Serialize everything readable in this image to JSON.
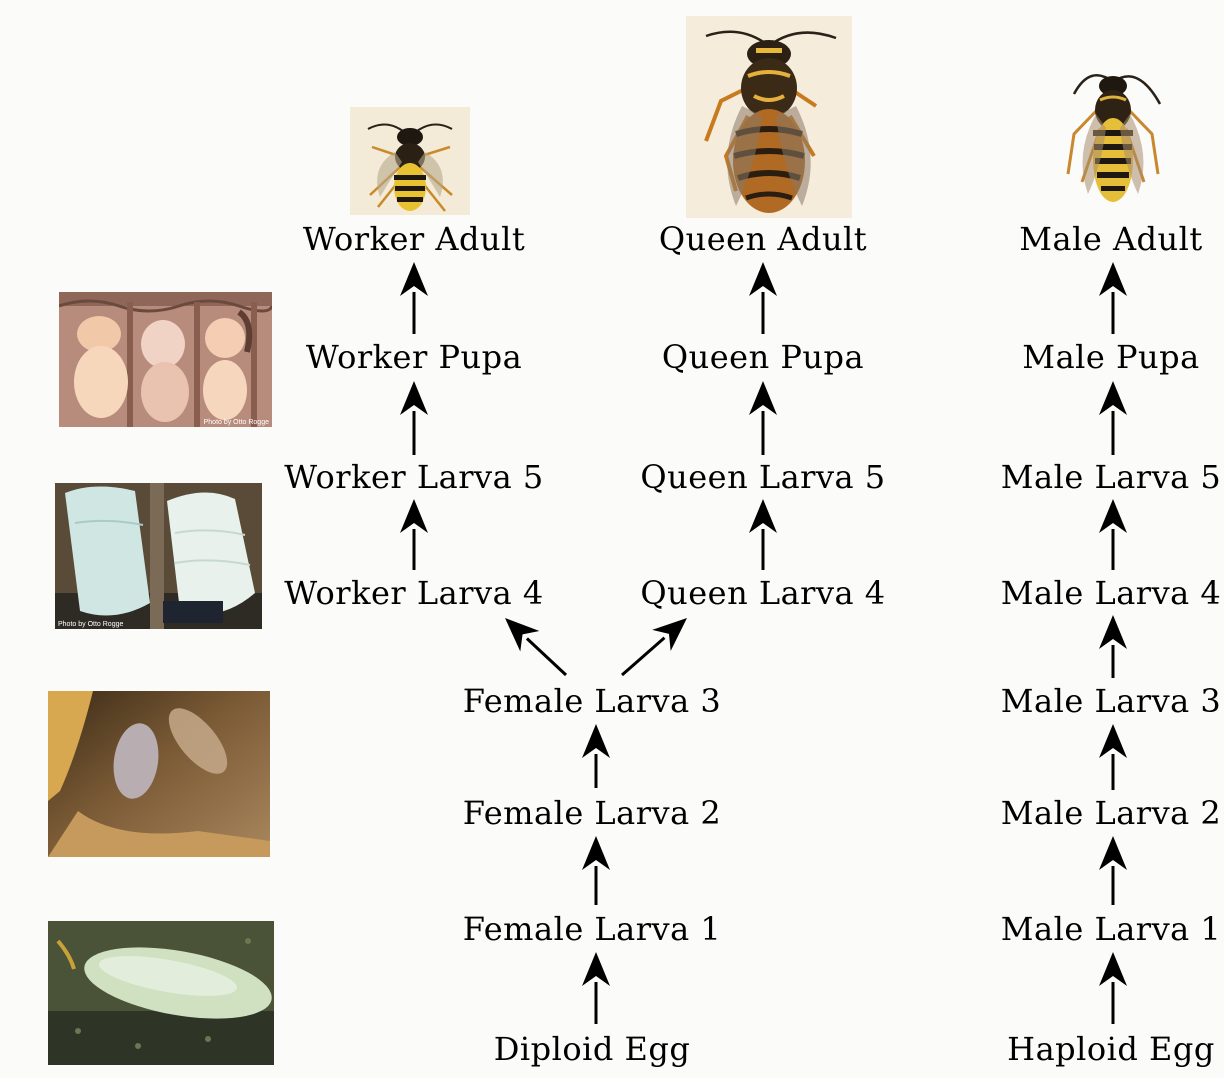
{
  "worker": {
    "adult": "Worker Adult",
    "pupa": "Worker Pupa",
    "larva5": "Worker Larva 5",
    "larva4": "Worker Larva 4"
  },
  "queen": {
    "adult": "Queen Adult",
    "pupa": "Queen Pupa",
    "larva5": "Queen Larva 5",
    "larva4": "Queen Larva 4"
  },
  "female": {
    "larva3": "Female Larva 3",
    "larva2": "Female Larva 2",
    "larva1": "Female Larva 1",
    "egg": "Diploid Egg"
  },
  "male": {
    "adult": "Male Adult",
    "pupa": "Male Pupa",
    "larva5": "Male Larva 5",
    "larva4": "Male Larva 4",
    "larva3": "Male Larva 3",
    "larva2": "Male Larva 2",
    "larva1": "Male Larva 1",
    "egg": "Haploid Egg"
  },
  "photo_credits": {
    "pupa": "Photo by Otto Rogge",
    "larva": "Photo by Otto Rogge"
  }
}
